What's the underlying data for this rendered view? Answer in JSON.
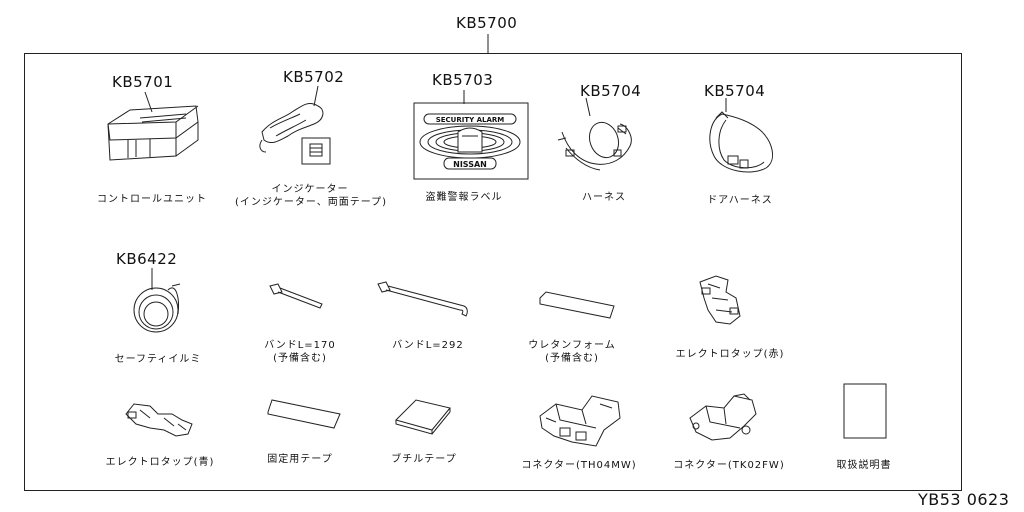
{
  "title_code": "KB5700",
  "parts": [
    {
      "code": "KB5701",
      "label": "コントロールユニット",
      "label2": ""
    },
    {
      "code": "KB5702",
      "label": "インジケーター",
      "label2": "(インジケーター、両面テープ)"
    },
    {
      "code": "KB5703",
      "label": "盗難警報ラベル",
      "label2": ""
    },
    {
      "code": "KB5704",
      "label": "ハーネス",
      "label2": ""
    },
    {
      "code": "KB5704",
      "label": "ドアハーネス",
      "label2": ""
    },
    {
      "code": "KB6422",
      "label": "セーフティイルミ",
      "label2": ""
    },
    {
      "code": "",
      "label": "バンドL=170",
      "label2": "(予備含む)"
    },
    {
      "code": "",
      "label": "バンドL=292",
      "label2": ""
    },
    {
      "code": "",
      "label": "ウレタンフォーム",
      "label2": "(予備含む)"
    },
    {
      "code": "",
      "label": "エレクトロタップ(赤)",
      "label2": ""
    },
    {
      "code": "",
      "label": "エレクトロタップ(青)",
      "label2": ""
    },
    {
      "code": "",
      "label": "固定用テープ",
      "label2": ""
    },
    {
      "code": "",
      "label": "ブチルテープ",
      "label2": ""
    },
    {
      "code": "",
      "label": "コネクター(TH04MW)",
      "label2": ""
    },
    {
      "code": "",
      "label": "コネクター(TK02FW)",
      "label2": ""
    },
    {
      "code": "",
      "label": "取扱説明書",
      "label2": ""
    }
  ],
  "label_art": {
    "top": "SECURITY ALARM",
    "bottom": "NISSAN"
  },
  "footer_code": "YB53 0623"
}
